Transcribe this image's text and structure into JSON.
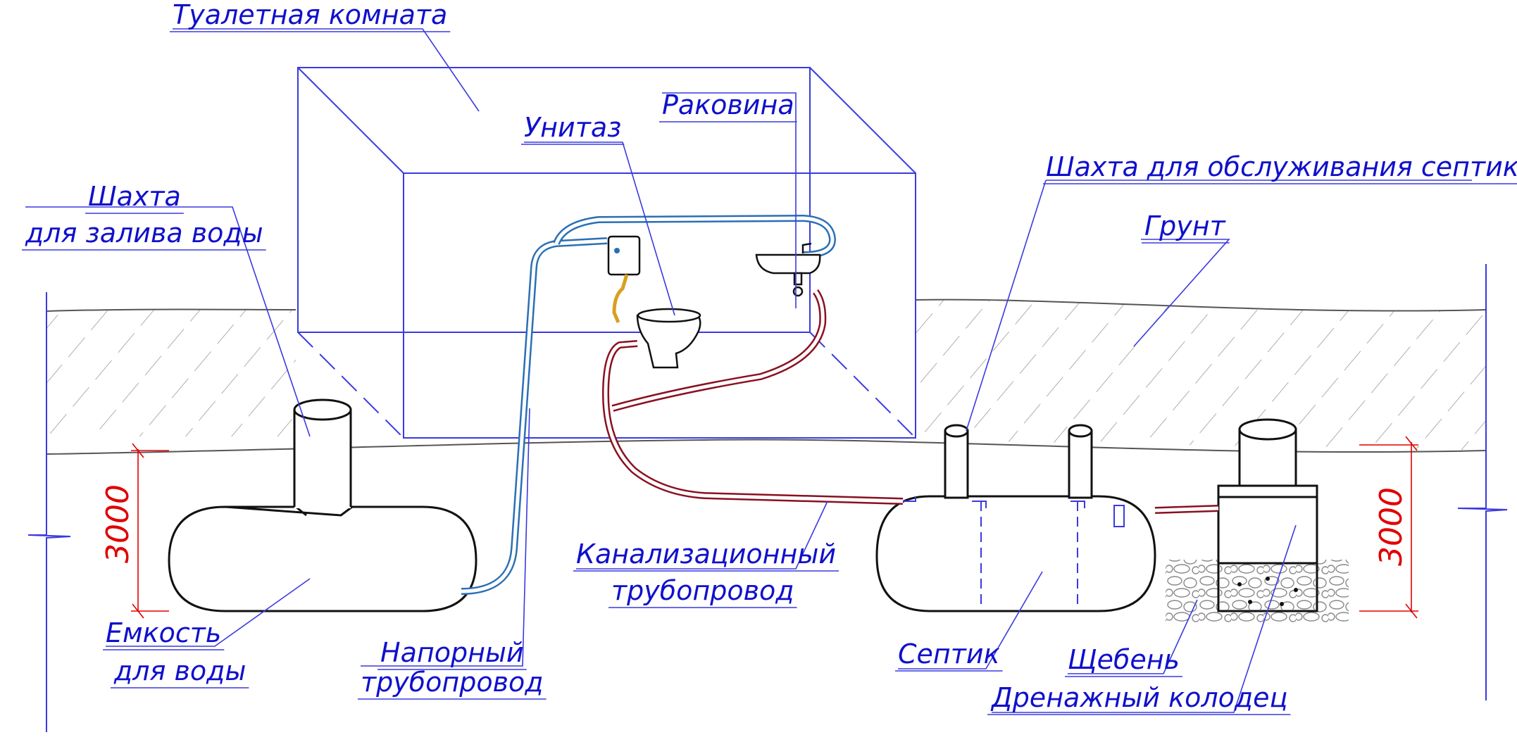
{
  "labels": {
    "toilet_room": "Туалетная комната",
    "sink": "Раковина",
    "toilet": "Унитаз",
    "fill_shaft_line1": "Шахта",
    "fill_shaft_line2": "для залива воды",
    "septic_service_shaft": "Шахта для обслуживания септика",
    "soil": "Грунт",
    "sewer_line1": "Канализационный",
    "sewer_line2": "трубопровод",
    "water_tank_line1": "Емкость",
    "water_tank_line2": "для воды",
    "pressure_line1": "Напорный",
    "pressure_line2": "трубопровод",
    "septic": "Септик",
    "gravel": "Щебень",
    "drain_well": "Дренажный колодец"
  },
  "dimensions": {
    "left_depth": "3000",
    "right_depth": "3000"
  },
  "colors": {
    "label_blue": "#1010cc",
    "leader_blue": "#3a3ae0",
    "dimension_red": "#e00000",
    "water_pipe": "#2a6fb5",
    "sewer_pipe": "#8a1020",
    "outline": "#111111",
    "hatch": "#9a9a9a"
  }
}
